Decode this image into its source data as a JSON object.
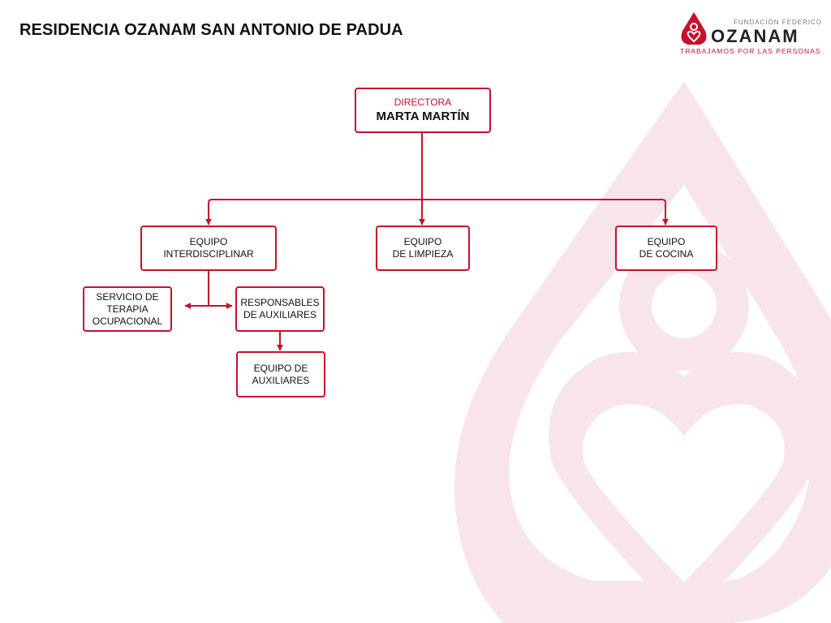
{
  "header": {
    "title": "RESIDENCIA OZANAM SAN ANTONIO DE PADUA"
  },
  "logo": {
    "subtitle": "FUNDACIÓN FEDERICO",
    "brand": "OZANAM",
    "tagline": "TRABAJAMOS POR LAS PERSONAS"
  },
  "colors": {
    "accent": "#c8102e",
    "watermark": "#f8e5eb"
  },
  "chart": {
    "director": {
      "role": "DIRECTORA",
      "name": "MARTA MARTÍN"
    },
    "interdisciplinar": [
      "EQUIPO",
      "INTERDISCIPLINAR"
    ],
    "limpieza": [
      "EQUIPO",
      "DE LIMPIEZA"
    ],
    "cocina": [
      "EQUIPO",
      "DE COCINA"
    ],
    "terapia": [
      "SERVICIO DE",
      "TERAPIA",
      "OCUPACIONAL"
    ],
    "responsables": [
      "RESPONSABLES",
      "DE AUXILIARES"
    ],
    "auxiliares": [
      "EQUIPO DE",
      "AUXILIARES"
    ]
  }
}
